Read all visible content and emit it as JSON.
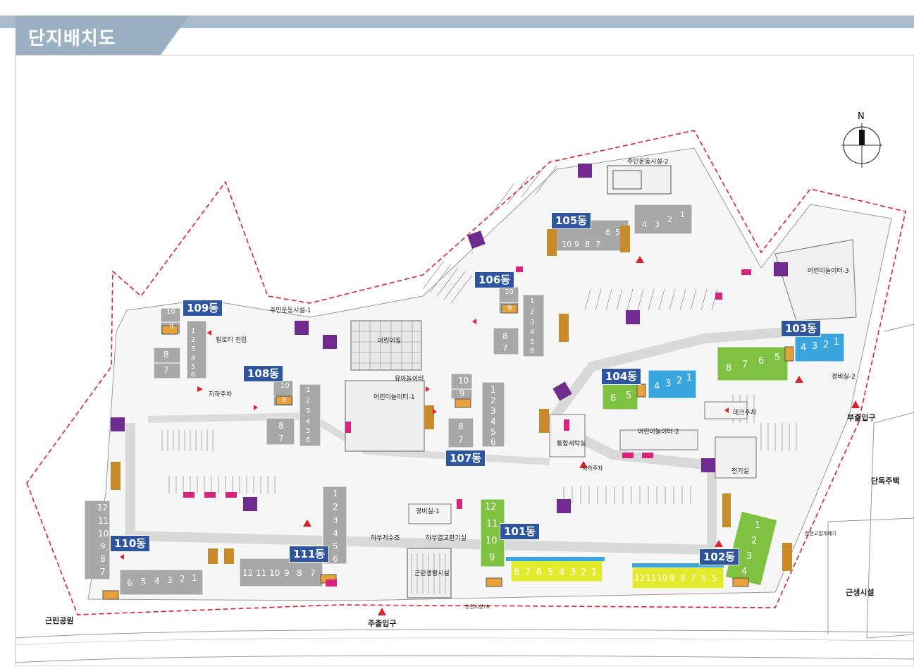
{
  "page": {
    "title": "단지배치도"
  },
  "compass": {
    "label": "N"
  },
  "buildings": [
    {
      "id": "b109",
      "label": "109동"
    },
    {
      "id": "b108",
      "label": "108동"
    },
    {
      "id": "b106",
      "label": "106동"
    },
    {
      "id": "b107",
      "label": "107동"
    },
    {
      "id": "b105",
      "label": "105동"
    },
    {
      "id": "b104",
      "label": "104동"
    },
    {
      "id": "b103",
      "label": "103동"
    },
    {
      "id": "b101",
      "label": "101동"
    },
    {
      "id": "b102",
      "label": "102동"
    },
    {
      "id": "b110",
      "label": "110동"
    },
    {
      "id": "b111",
      "label": "111동"
    }
  ],
  "facilities": {
    "community1": "주민운동시설-1",
    "community2": "주민운동시설-2",
    "daycare": "어린이집",
    "toddler_play": "유아놀이터",
    "kids_play1": "어린이놀이터-1",
    "kids_play2": "어린이놀이터-2",
    "kids_play3": "어린이놀이터-3",
    "guard1": "경비실-1",
    "guard2": "경비실-2",
    "pilotis": "필로티 진입",
    "underground_parking_a": "지하주차",
    "underground_parking_b": "지하주차",
    "deck_parking": "데크주차",
    "electric_room": "전기실",
    "integrated_laundry": "통합세탁실",
    "rainwater": "하부저수조",
    "heat_exchanger": "하부열교환기실",
    "neighborhood_facility": "근린생활시설",
    "neighborhood_park": "근린공원",
    "detached_housing": "단독주택",
    "nearby_facilities": "근생시설",
    "main_entrance": "주출입구",
    "sub_entrance": "부출입구",
    "transformer": "한전지상TR",
    "notice": "한전고압개폐기"
  },
  "units": {
    "b109_a": [
      "10",
      "9"
    ],
    "b109_b": [
      "8",
      "7"
    ],
    "b109_c": [
      "1",
      "2",
      "3",
      "4",
      "5",
      "6"
    ],
    "b108_a": [
      "10",
      "9"
    ],
    "b108_b": [
      "8",
      "7"
    ],
    "b108_c": [
      "1",
      "2",
      "3",
      "4",
      "5",
      "6"
    ],
    "b106_a": [
      "10",
      "9"
    ],
    "b106_b": [
      "8",
      "7"
    ],
    "b106_c": [
      "1",
      "2",
      "3",
      "4",
      "5",
      "6"
    ],
    "b107_a": [
      "10",
      "9"
    ],
    "b107_b": [
      "8",
      "7"
    ],
    "b107_c": [
      "1",
      "2",
      "3",
      "4",
      "5",
      "6"
    ],
    "b105_a": [
      "10",
      "9",
      "8",
      "7",
      "6",
      "5"
    ],
    "b105_b": [
      "4",
      "3",
      "2",
      "1"
    ],
    "b104_a": [
      "6",
      "5"
    ],
    "b104_b": [
      "4",
      "3",
      "2",
      "1"
    ],
    "b103_a": [
      "8",
      "7",
      "6",
      "5"
    ],
    "b103_b": [
      "4",
      "3",
      "2",
      "1"
    ],
    "b101_a": [
      "12",
      "11",
      "10",
      "9"
    ],
    "b101_b": [
      "8",
      "7",
      "6",
      "5",
      "4",
      "3",
      "2",
      "1"
    ],
    "b102_a": [
      "1",
      "2",
      "3",
      "4"
    ],
    "b102_b": [
      "12",
      "11",
      "10",
      "9",
      "8",
      "7",
      "6",
      "5"
    ],
    "b110_a": [
      "12",
      "11",
      "10",
      "9",
      "8",
      "7"
    ],
    "b110_b": [
      "6",
      "5",
      "4",
      "3",
      "2",
      "1"
    ],
    "b111_a": [
      "1",
      "2",
      "3",
      "4",
      "5",
      "6"
    ],
    "b111_b": [
      "12",
      "11",
      "10",
      "9",
      "8",
      "7"
    ]
  },
  "colors": {
    "tag": "#2d55a0",
    "boundary": "#e0202a",
    "green": "#7fc241",
    "yellow": "#e2ea2c",
    "blue": "#3aa6e0",
    "gray": "#a8a8a8",
    "recycle": "#6f2b8e",
    "orange": "#c98a2a",
    "magenta": "#d8237a"
  }
}
